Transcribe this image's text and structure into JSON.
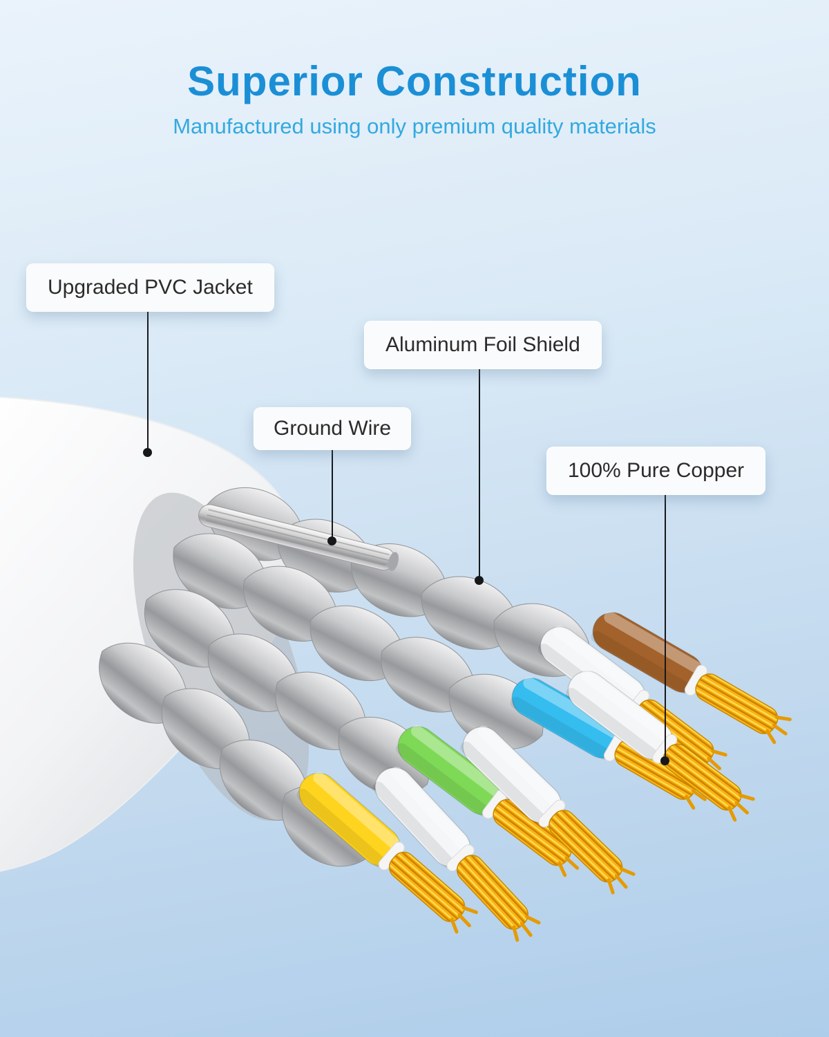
{
  "header": {
    "title": "Superior Construction",
    "subtitle": "Manufactured using only premium quality materials"
  },
  "callouts": [
    {
      "id": "pvc-jacket",
      "label": "Upgraded PVC Jacket"
    },
    {
      "id": "aluminum-foil-shield",
      "label": "Aluminum Foil Shield"
    },
    {
      "id": "ground-wire",
      "label": "Ground Wire"
    },
    {
      "id": "pure-copper",
      "label": "100% Pure Copper"
    }
  ],
  "colors": {
    "title_blue": "#1b8fd6",
    "subtitle_blue": "#33a9e0",
    "background_top": "#eaf3fb",
    "background_bottom": "#aecdea",
    "callout_background": "#fafbfc",
    "callout_text": "#2b2b2b",
    "leader_line": "#17181a",
    "wire_yellow": "#ffd41e",
    "wire_green": "#7ed957",
    "wire_blue": "#35bdf0",
    "wire_brown": "#a3622b",
    "wire_white": "#f5f6f7",
    "copper": "#f2a400",
    "foil_gray": "#a9a9ab",
    "jacket_white": "#ffffff"
  }
}
